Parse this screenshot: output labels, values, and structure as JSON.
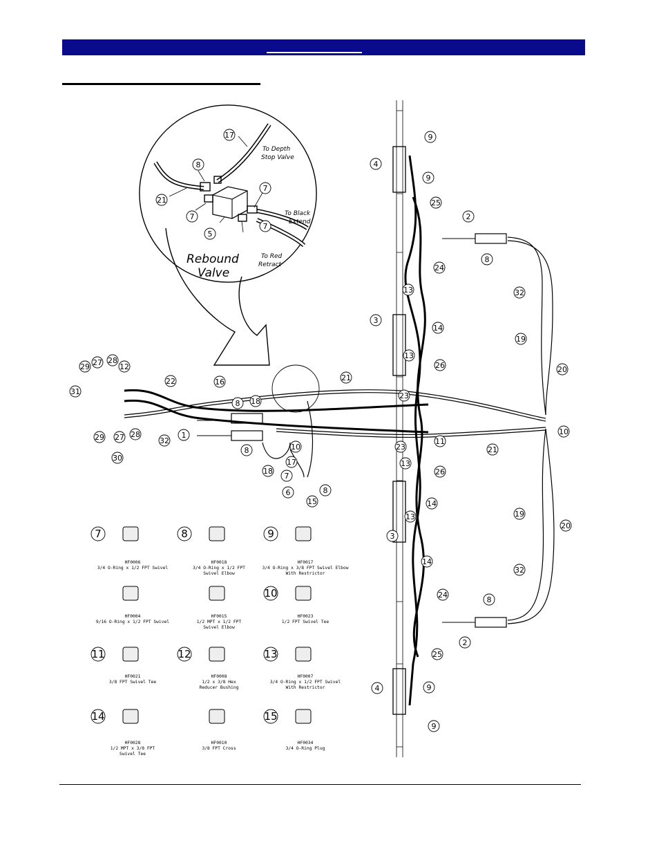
{
  "colors": {
    "header_bar": "#0a0a8c",
    "ink": "#000000"
  },
  "callouts": [
    {
      "num": "17"
    },
    {
      "num": "8"
    },
    {
      "num": "21"
    },
    {
      "num": "7"
    },
    {
      "num": "7"
    },
    {
      "num": "5"
    },
    {
      "num": "7"
    },
    {
      "num": "9"
    },
    {
      "num": "4"
    },
    {
      "num": "9"
    },
    {
      "num": "25"
    },
    {
      "num": "2"
    },
    {
      "num": "8"
    },
    {
      "num": "24"
    },
    {
      "num": "32"
    },
    {
      "num": "13"
    },
    {
      "num": "3"
    },
    {
      "num": "14"
    },
    {
      "num": "19"
    },
    {
      "num": "13"
    },
    {
      "num": "26"
    },
    {
      "num": "20"
    },
    {
      "num": "29"
    },
    {
      "num": "27"
    },
    {
      "num": "28"
    },
    {
      "num": "12"
    },
    {
      "num": "22"
    },
    {
      "num": "16"
    },
    {
      "num": "21"
    },
    {
      "num": "31"
    },
    {
      "num": "8"
    },
    {
      "num": "18"
    },
    {
      "num": "23"
    },
    {
      "num": "11"
    },
    {
      "num": "1"
    },
    {
      "num": "32"
    },
    {
      "num": "10"
    },
    {
      "num": "10"
    },
    {
      "num": "8"
    },
    {
      "num": "21"
    },
    {
      "num": "29"
    },
    {
      "num": "27"
    },
    {
      "num": "28"
    },
    {
      "num": "23"
    },
    {
      "num": "30"
    },
    {
      "num": "17"
    },
    {
      "num": "18"
    },
    {
      "num": "7"
    },
    {
      "num": "26"
    },
    {
      "num": "6"
    },
    {
      "num": "8"
    },
    {
      "num": "15"
    },
    {
      "num": "13"
    },
    {
      "num": "14"
    },
    {
      "num": "3"
    },
    {
      "num": "13"
    },
    {
      "num": "19"
    },
    {
      "num": "20"
    },
    {
      "num": "14"
    },
    {
      "num": "32"
    },
    {
      "num": "24"
    },
    {
      "num": "8"
    },
    {
      "num": "2"
    },
    {
      "num": "25"
    },
    {
      "num": "4"
    },
    {
      "num": "9"
    },
    {
      "num": "9"
    }
  ],
  "inset": {
    "title_line1": "Rebound",
    "title_line2": "Valve",
    "notes": [
      "To Depth",
      "Stop Valve",
      "To Black",
      "Extend",
      "To Red",
      "Retract"
    ]
  },
  "legend": [
    {
      "num": "7",
      "code": "HF0006",
      "desc": [
        "3/4 O-Ring x 1/2 FPT Swivel"
      ]
    },
    {
      "num": "8",
      "code": "HF0018",
      "desc": [
        "3/4 O-Ring x 1/2 FPT",
        "Swivel Elbow"
      ]
    },
    {
      "num": "9",
      "code": "HF0017",
      "desc": [
        "3/4 O-Ring x 3/8 FPT Swivel Elbow",
        "With Restrictor"
      ]
    },
    {
      "num": "",
      "code": "HF0004",
      "desc": [
        "9/16 O-Ring x 1/2 FPT Swivel"
      ]
    },
    {
      "num": "",
      "code": "HF0015",
      "desc": [
        "1/2 MPT x 1/2 FPT",
        "Swivel Elbow"
      ]
    },
    {
      "num": "10",
      "code": "HF0023",
      "desc": [
        "1/2 FPT Swivel Tee"
      ]
    },
    {
      "num": "11",
      "code": "HF0021",
      "desc": [
        "3/8 FPT Swivel Tee"
      ]
    },
    {
      "num": "12",
      "code": "HF0008",
      "desc": [
        "1/2  x 3/8 Hex",
        "Reducer Bushing"
      ]
    },
    {
      "num": "13",
      "code": "HF0007",
      "desc": [
        "3/4 O-Ring x 1/2 FPT Swivel",
        "With Restrictor"
      ]
    },
    {
      "num": "14",
      "code": "HF0028",
      "desc": [
        "1/2 MPT x 3/8 FPT",
        "Swivel Tee"
      ]
    },
    {
      "num": "",
      "code": "HF0010",
      "desc": [
        "3/8 FPT Cross"
      ]
    },
    {
      "num": "15",
      "code": "HF0034",
      "desc": [
        "3/4 O-Ring Plug"
      ]
    }
  ]
}
